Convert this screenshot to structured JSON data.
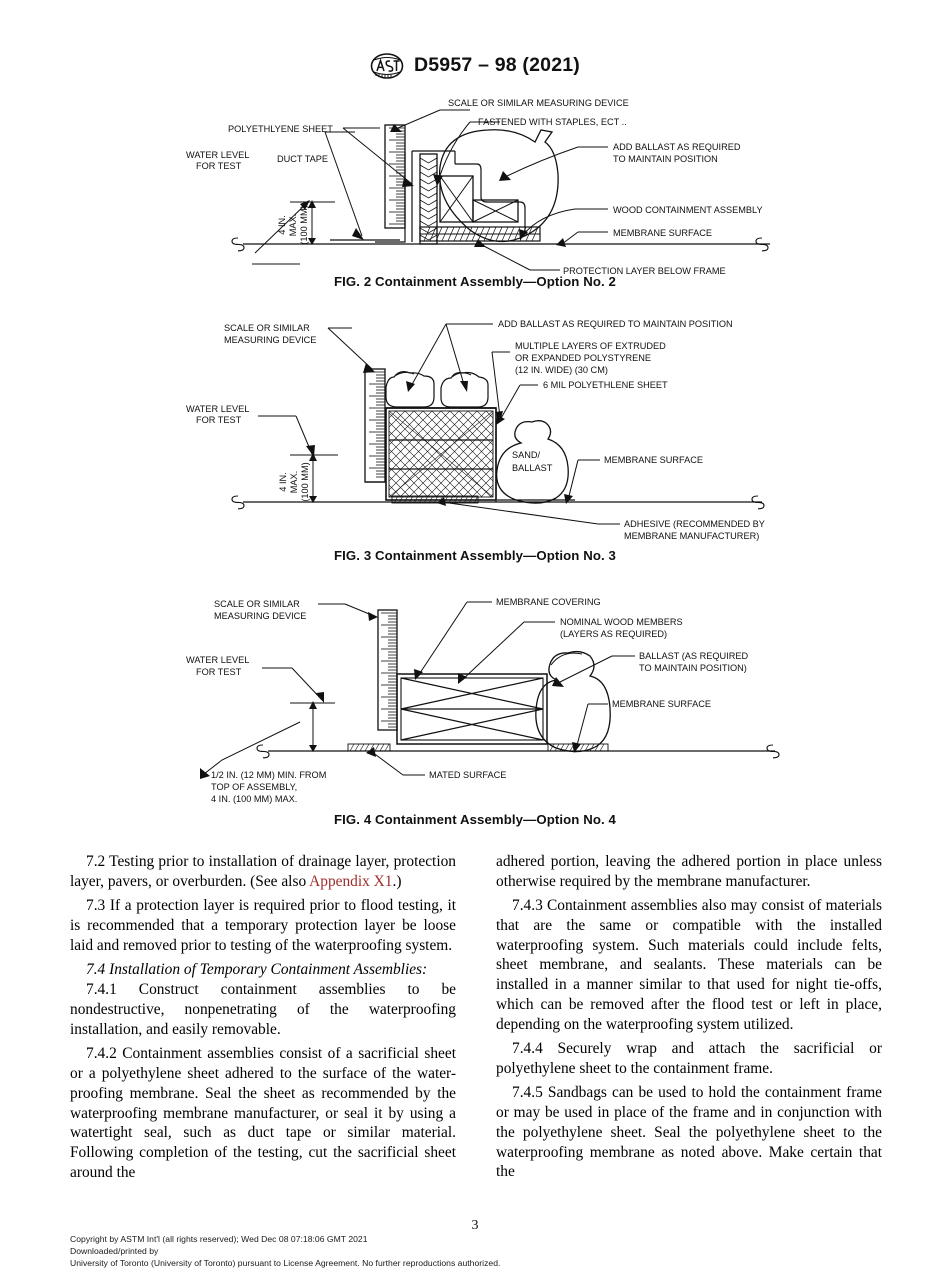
{
  "header": {
    "logo_icon": "astm-logo-icon",
    "designation": "D5957 – 98 (2021)"
  },
  "figures": [
    {
      "id": "fig-2",
      "caption": "FIG. 2  Containment Assembly—Option No. 2",
      "labels": {
        "water_level": "WATER LEVEL",
        "for_test": "FOR TEST",
        "poly_sheet": "POLYETHLYENE SHEET",
        "duct_tape": "DUCT TAPE",
        "scale_device": "SCALE OR SIMILAR MEASURING DEVICE",
        "fastened": "FASTENED WITH STAPLES, ECT ..",
        "ballast_1": "ADD BALLAST AS REQUIRED",
        "ballast_2": "TO MAINTAIN POSITION",
        "wood_assembly": "WOOD CONTAINMENT ASSEMBLY",
        "membrane_surface": "MEMBRANE SURFACE",
        "protection_layer": "PROTECTION LAYER BELOW FRAME",
        "dim_in": "4 IN.",
        "dim_max": "MAX.",
        "dim_mm": "(100 MM)"
      }
    },
    {
      "id": "fig-3",
      "caption": "FIG. 3  Containment Assembly—Option No. 3",
      "labels": {
        "scale_device_1": "SCALE OR SIMILAR",
        "scale_device_2": "MEASURING DEVICE",
        "water_level": "WATER LEVEL",
        "for_test": "FOR TEST",
        "ballast": "ADD BALLAST AS REQUIRED TO MAINTAIN POSITION",
        "polystyrene_1": "MULTIPLE LAYERS OF EXTRUDED",
        "polystyrene_2": "OR EXPANDED POLYSTYRENE",
        "polystyrene_3": "(12 IN. WIDE) (30 CM)",
        "six_mil": "6 MIL POLYETHLENE SHEET",
        "sand_1": "SAND/",
        "sand_2": "BALLAST",
        "membrane_surface": "MEMBRANE SURFACE",
        "adhesive_1": "ADHESIVE (RECOMMENDED BY",
        "adhesive_2": "MEMBRANE MANUFACTURER)",
        "dim_in": "4 IN.",
        "dim_max": "MAX.",
        "dim_mm": "(100 MM)"
      }
    },
    {
      "id": "fig-4",
      "caption": "FIG. 4  Containment Assembly—Option No. 4",
      "labels": {
        "scale_device_1": "SCALE OR SIMILAR",
        "scale_device_2": "MEASURING DEVICE",
        "water_level": "WATER LEVEL",
        "for_test": "FOR TEST",
        "membrane_covering": "MEMBRANE COVERING",
        "wood_members_1": "NOMINAL WOOD MEMBERS",
        "wood_members_2": "(LAYERS AS REQUIRED)",
        "ballast_1": "BALLAST (AS REQUIRED",
        "ballast_2": "TO MAINTAIN POSITION)",
        "membrane_surface": "MEMBRANE SURFACE",
        "mated_surface": "MATED SURFACE",
        "note_1": "1/2 IN. (12 MM) MIN. FROM",
        "note_2": "TOP OF ASSEMBLY,",
        "note_3": "4 IN. (100 MM) MAX."
      }
    }
  ],
  "body": {
    "left_column": [
      {
        "id": "para-7-2",
        "pre": "7.2  Testing prior to installation of drainage layer, protection layer, pavers, or overburden. (See also ",
        "xref": "Appendix X1",
        "post": ".)"
      },
      {
        "id": "para-7-3",
        "text": "7.3  If a protection layer is required prior to flood testing, it is recommended that a temporary protection layer be loose laid and removed prior to testing of the waterproofing system."
      },
      {
        "id": "para-7-4",
        "text": "7.4  Installation of Temporary Containment Assemblies:",
        "italic": true
      },
      {
        "id": "para-7-4-1",
        "text": "7.4.1 Construct containment assemblies to be nondestructive, nonpenetrating of the waterproofing installation, and easily removable."
      },
      {
        "id": "para-7-4-2",
        "text": "7.4.2 Containment assemblies consist of a sacrificial sheet or a polyethylene sheet adhered to the surface of the water-proofing membrane. Seal the sheet as recommended by the waterproofing membrane manufacturer, or seal it by using a watertight seal, such as duct tape or similar material. Following completion of the testing, cut the sacrificial sheet around the"
      }
    ],
    "right_column": [
      {
        "id": "para-7-4-2-cont",
        "text": "adhered portion, leaving the adhered portion in place unless otherwise required by the membrane manufacturer."
      },
      {
        "id": "para-7-4-3",
        "text": "7.4.3  Containment assemblies also may consist of materials that are the same or compatible with the installed waterproofing system. Such materials could include felts, sheet membrane, and sealants. These materials can be installed in a manner similar to that used for night tie-offs, which can be removed after the flood test or left in place, depending on the waterproofing system utilized."
      },
      {
        "id": "para-7-4-4",
        "text": "7.4.4  Securely wrap and attach the sacrificial or polyethylene sheet to the containment frame."
      },
      {
        "id": "para-7-4-5",
        "text": "7.4.5  Sandbags can be used to hold the containment frame or may be used in place of the frame and in conjunction with the polyethylene sheet. Seal the polyethylene sheet to the waterproofing membrane as noted above. Make certain that the"
      }
    ]
  },
  "footer": {
    "page_number": "3",
    "line1": "Copyright by ASTM Int'l (all rights reserved); Wed Dec 08 07:18:06 GMT 2021",
    "line2": "Downloaded/printed by",
    "line3": "University of Toronto (University of Toronto) pursuant to License Agreement. No further reproductions authorized."
  },
  "colors": {
    "xref_red": "#a02c2c",
    "ink": "#111111"
  }
}
